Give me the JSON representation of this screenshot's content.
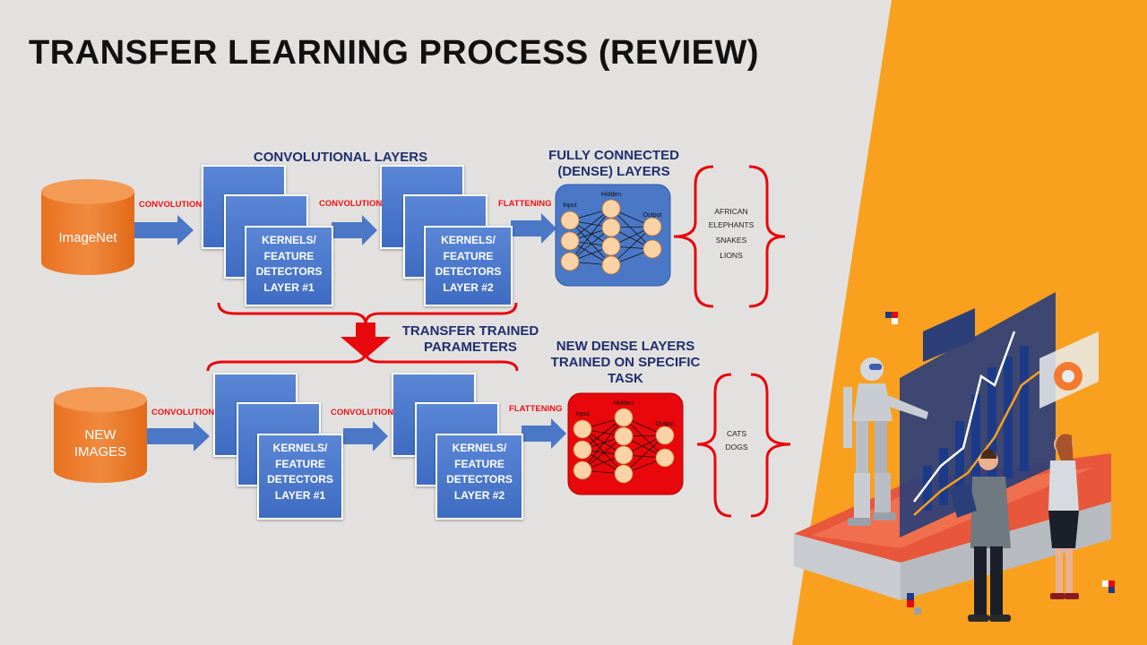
{
  "title": "TRANSFER LEARNING PROCESS (REVIEW)",
  "headers": {
    "conv_layers": "CONVOLUTIONAL LAYERS",
    "fc_line1": "FULLY CONNECTED",
    "fc_line2": "(DENSE) LAYERS",
    "transfer_line1": "TRANSFER TRAINED",
    "transfer_line2": "PARAMETERS",
    "new_dense_line1": "NEW DENSE LAYERS",
    "new_dense_line2": "TRAINED ON SPECIFIC",
    "new_dense_line3": "TASK"
  },
  "top_row": {
    "source": "ImageNet",
    "step1": "CONVOLUTION",
    "step2": "CONVOLUTION",
    "step3": "FLATTENING",
    "kernel1": [
      "KERNELS/",
      "FEATURE",
      "DETECTORS",
      "LAYER #1"
    ],
    "kernel2": [
      "KERNELS/",
      "FEATURE",
      "DETECTORS",
      "LAYER #2"
    ],
    "outputs": [
      "AFRICAN",
      "ELEPHANTS",
      "SNAKES",
      "LIONS"
    ]
  },
  "bottom_row": {
    "source_line1": "NEW",
    "source_line2": "IMAGES",
    "step1": "CONVOLUTION",
    "step2": "CONVOLUTION",
    "step3": "FLATTENING",
    "kernel1": [
      "KERNELS/",
      "FEATURE",
      "DETECTORS",
      "LAYER #1"
    ],
    "kernel2": [
      "KERNELS/",
      "FEATURE",
      "DETECTORS",
      "LAYER #2"
    ],
    "outputs": [
      "CATS",
      "DOGS"
    ]
  },
  "network": {
    "input_label": "Input",
    "hidden_label": "Hidden",
    "output_label": "Output"
  },
  "colors": {
    "background": "#e3e1e0",
    "orange_panel": "#f9a11e",
    "header_navy": "#1f2f6e",
    "arrow_blue": "#4a78c6",
    "database_orange": "#ee7d31",
    "red": "#e8070b",
    "node_fill": "#fbd3a6"
  }
}
